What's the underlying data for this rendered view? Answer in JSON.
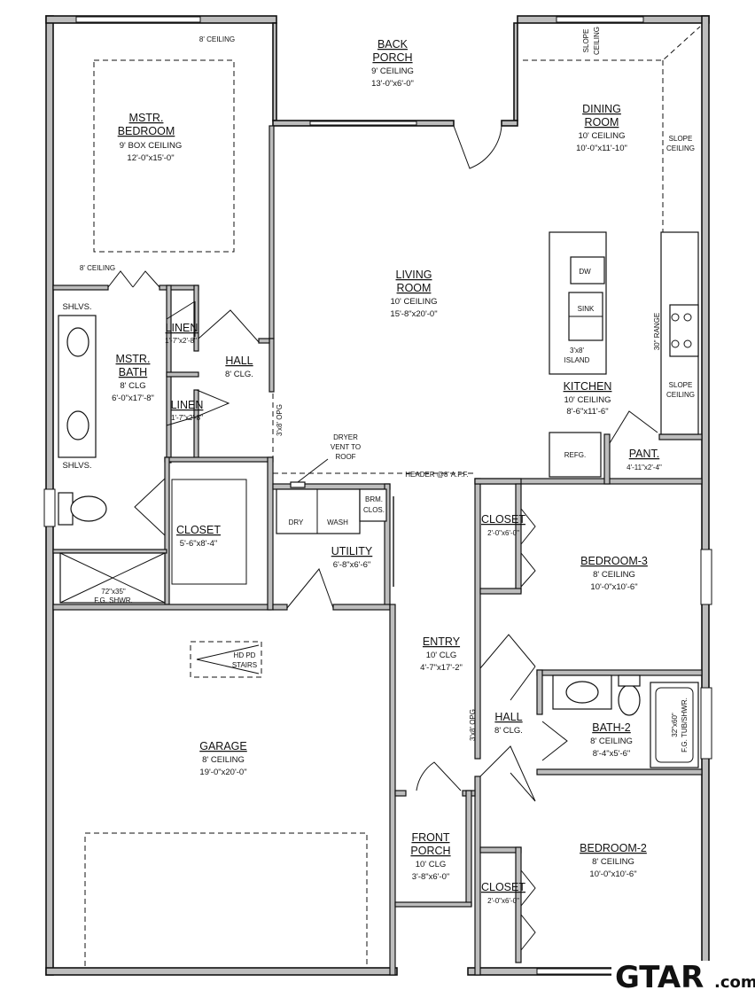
{
  "rooms": {
    "master_bedroom": {
      "name1": "MSTR.",
      "name2": "BEDROOM",
      "ceiling": "9' BOX CEILING",
      "size": "12'-0\"x15'-0\""
    },
    "master_top_ceiling": "8' CEILING",
    "master_side_ceiling": "8' CEILING",
    "back_porch": {
      "name1": "BACK",
      "name2": "PORCH",
      "ceiling": "9' CEILING",
      "size": "13'-0\"x6'-0\""
    },
    "dining_room": {
      "name1": "DINING",
      "name2": "ROOM",
      "ceiling": "10' CEILING",
      "size": "10'-0\"x11'-10\""
    },
    "living_room": {
      "name1": "LIVING",
      "name2": "ROOM",
      "ceiling": "10' CEILING",
      "size": "15'-8\"x20'-0\""
    },
    "kitchen": {
      "name": "KITCHEN",
      "ceiling": "10' CEILING",
      "size": "8'-6\"x11'-6\""
    },
    "master_bath": {
      "name1": "MSTR.",
      "name2": "BATH",
      "ceiling": "8' CLG",
      "size": "6'-0\"x17'-8\""
    },
    "linen_1": {
      "name": "LINEN",
      "size": "1'-7\"x2'-8\""
    },
    "linen_2": {
      "name": "LINEN",
      "size": "1'-7\"x2'-8\""
    },
    "hall_1": {
      "name": "HALL",
      "ceiling": "8' CLG."
    },
    "hall_2": {
      "name": "HALL",
      "ceiling": "8' CLG."
    },
    "closet_master": {
      "name": "CLOSET",
      "size": "5'-6\"x8'-4\""
    },
    "utility": {
      "name": "UTILITY",
      "size": "6'-8\"x6'-6\""
    },
    "pantry": {
      "name": "PANT.",
      "size": "4'-11\"x2'-4\""
    },
    "closet_bed3": {
      "name": "CLOSET",
      "size": "2'-0\"x6'-0\""
    },
    "bedroom_3": {
      "name": "BEDROOM-3",
      "ceiling": "8' CEILING",
      "size": "10'-0\"x10'-6\""
    },
    "entry": {
      "name": "ENTRY",
      "ceiling": "10' CLG",
      "size": "4'-7\"x17'-2\""
    },
    "bath_2": {
      "name": "BATH-2",
      "ceiling": "8' CEILING",
      "size": "8'-4\"x5'-6\""
    },
    "garage": {
      "name": "GARAGE",
      "ceiling": "8' CEILING",
      "size": "19'-0\"x20'-0\""
    },
    "front_porch": {
      "name1": "FRONT",
      "name2": "PORCH",
      "ceiling": "10' CLG",
      "size": "3'-8\"x6'-0\""
    },
    "bedroom_2": {
      "name": "BEDROOM-2",
      "ceiling": "8' CEILING",
      "size": "10'-0\"x10'-6\""
    },
    "closet_bed2": {
      "name": "CLOSET",
      "size": "2'-0\"x6'-0\""
    }
  },
  "labels": {
    "shelves_top": "SHLVS.",
    "shelves_bottom": "SHLVS.",
    "shower": "72\"x35\"",
    "shower_type": "F.G. SHWR.",
    "dryer_vent": [
      "DRYER",
      "VENT TO",
      "ROOF"
    ],
    "dry": "DRY",
    "wash": "WASH",
    "broom_closet": [
      "BRM.",
      "CLOS."
    ],
    "header": "HEADER @8' A.F.F.",
    "refrigerator": "REFG.",
    "dishwasher": "DW",
    "sink": "SINK",
    "island_size": "3'x8'",
    "island": "ISLAND",
    "range": "30\" RANGE",
    "slope_ceiling_top": [
      "SLOPE",
      "CEILING"
    ],
    "slope_ceiling_dining": [
      "SLOPE",
      "CEILING"
    ],
    "slope_ceiling_kitchen": [
      "SLOPE",
      "CEILING"
    ],
    "opening_1": "3'x8' OPG",
    "opening_2": "3'x8' OPG",
    "attic_stairs": [
      "HD PD",
      "STAIRS"
    ],
    "tub_shower": "32\"x60\"",
    "tub_shower_type": "F.G. TUB/SHWR."
  },
  "logo": {
    "main": "GTAR",
    "suffix": ".com"
  }
}
